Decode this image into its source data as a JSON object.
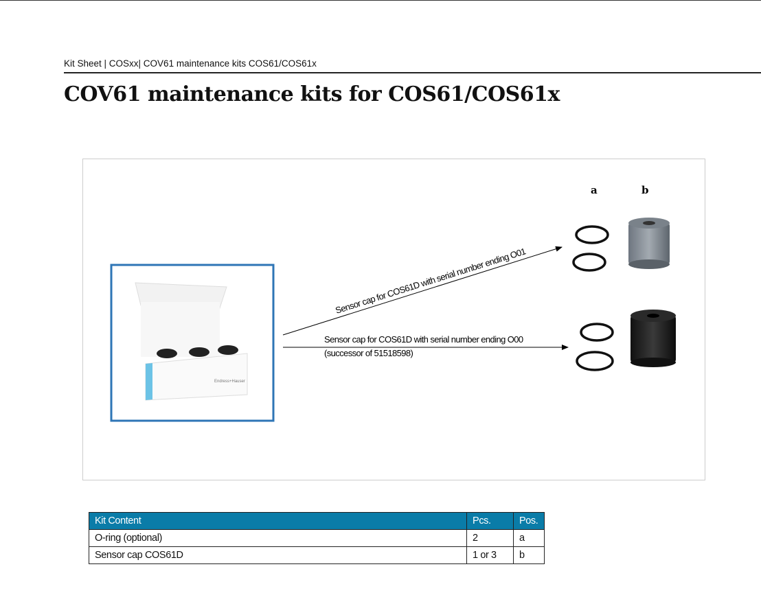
{
  "breadcrumb": "Kit Sheet | COSxx| COV61 maintenance kits COS61/COS61x",
  "title": "COV61 maintenance kits for COS61/COS61x",
  "figure": {
    "label_a": "a",
    "label_b": "b",
    "arrow_upper": "Sensor cap for COS61D with serial number ending O01",
    "arrow_lower_line1": "Sensor cap for COS61D with serial number ending O00",
    "arrow_lower_line2": "(successor of 51518598)",
    "box_brand": "Endress+Hauser"
  },
  "table": {
    "headers": [
      "Kit Content",
      "Pcs.",
      "Pos."
    ],
    "rows": [
      [
        "O-ring (optional)",
        "2",
        "a"
      ],
      [
        "Sensor cap COS61D",
        "1 or 3",
        "b"
      ]
    ]
  },
  "colors": {
    "header": "#0a7ca8",
    "frame_blue": "#2e75b6"
  }
}
